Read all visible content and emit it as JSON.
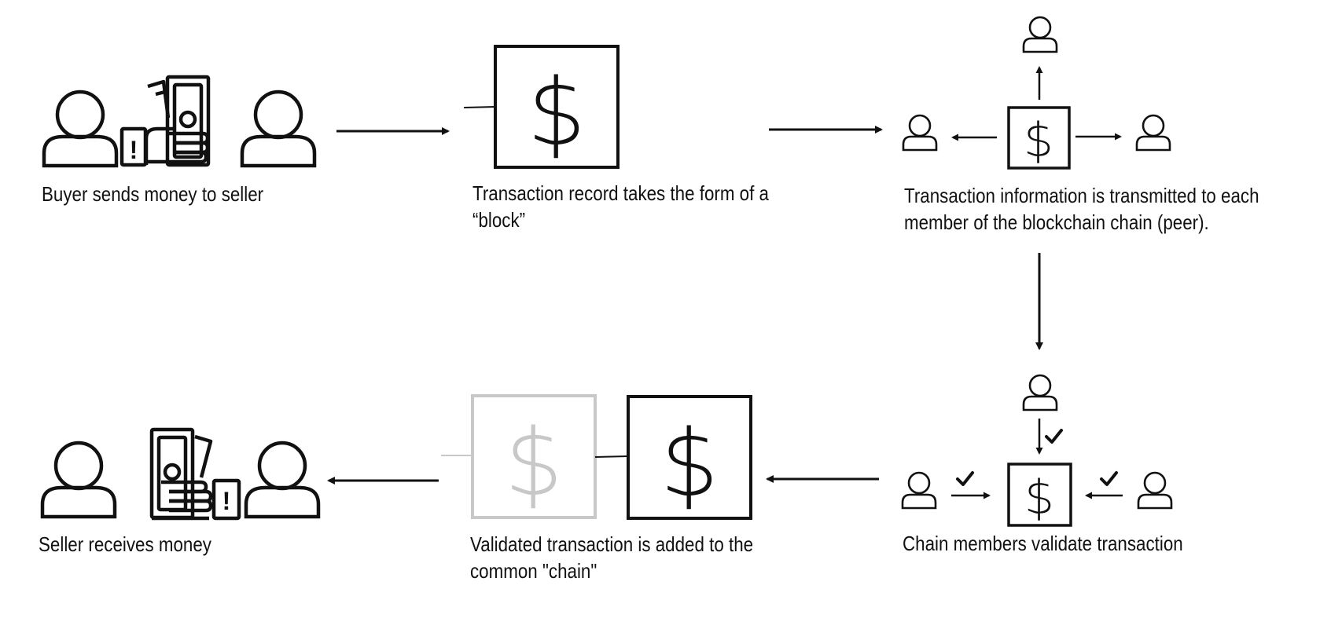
{
  "captions": {
    "step1": "Buyer sends money to seller",
    "step2_line1": "Transaction record takes the form of a",
    "step2_line2": "“block”",
    "step3_line1": "Transaction information is transmitted to each",
    "step3_line2": "member of the blockchain chain (peer).",
    "step4": "Chain members validate transaction",
    "step5_line1": "Validated transaction is added to the",
    "step5_line2": "common \"chain\"",
    "step6": "Seller receives money"
  },
  "symbols": {
    "currency": "$",
    "alert": "!"
  },
  "colors": {
    "ink": "#111111",
    "faded": "#c8c8c8"
  }
}
